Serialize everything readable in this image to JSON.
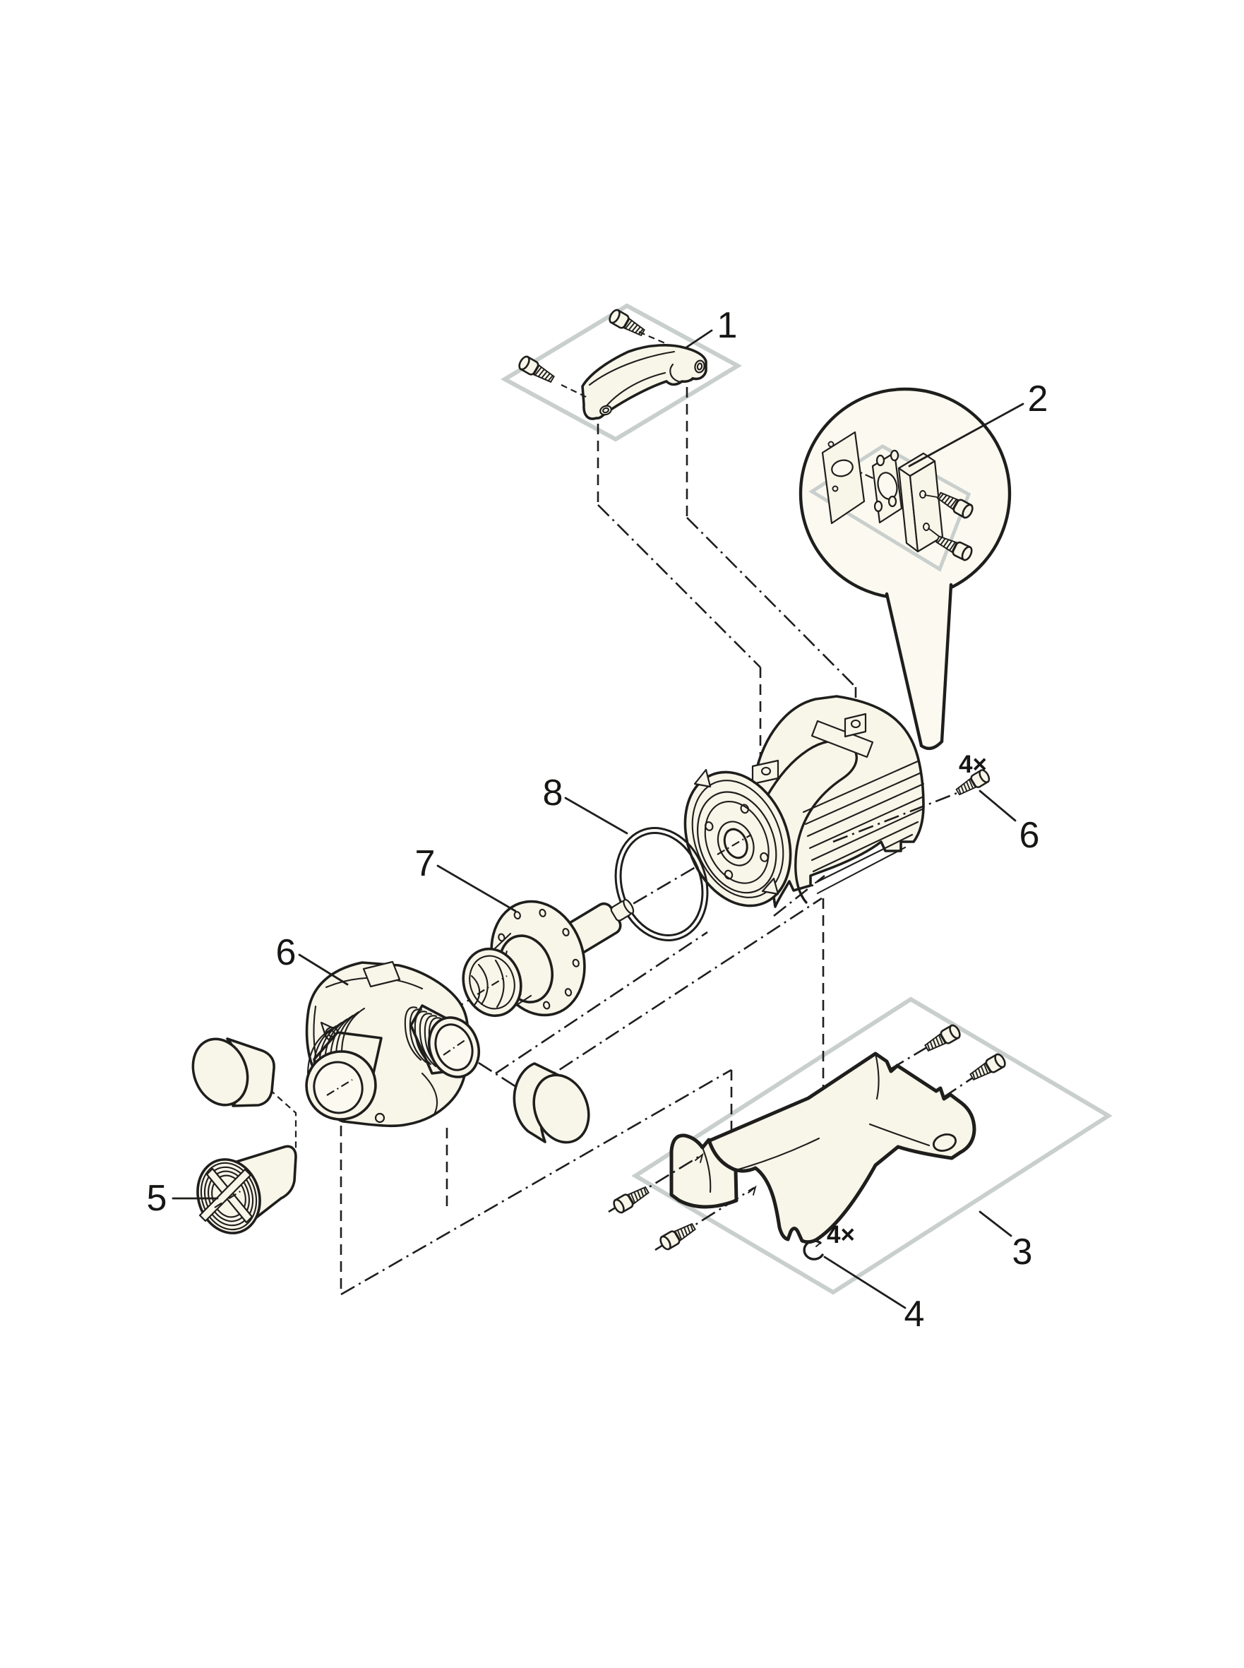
{
  "diagram": {
    "type": "exploded-parts-diagram",
    "subject": "pump-assembly",
    "colors": {
      "background": "#ffffff",
      "line": "#1e1e1c",
      "part_fill": "#f8f5e9",
      "plate_stroke": "#c9cfcc",
      "balloon_fill": "#fbf9f0"
    },
    "callouts": [
      {
        "id": "callout-1-handle",
        "text": "1"
      },
      {
        "id": "callout-2-terminal-detail",
        "text": "2"
      },
      {
        "id": "callout-3-support-bracket",
        "text": "3"
      },
      {
        "id": "callout-4-grommet",
        "text": "4"
      },
      {
        "id": "callout-4x-grommet-qty",
        "text": "4×"
      },
      {
        "id": "callout-5-strainer-cap",
        "text": "5"
      },
      {
        "id": "callout-6-pump-housing",
        "text": "6"
      },
      {
        "id": "callout-6-housing-screws",
        "text": "6"
      },
      {
        "id": "callout-4x-screw-qty",
        "text": "4×"
      },
      {
        "id": "callout-7-impeller-unit",
        "text": "7"
      },
      {
        "id": "callout-8-o-ring",
        "text": "8"
      }
    ]
  }
}
